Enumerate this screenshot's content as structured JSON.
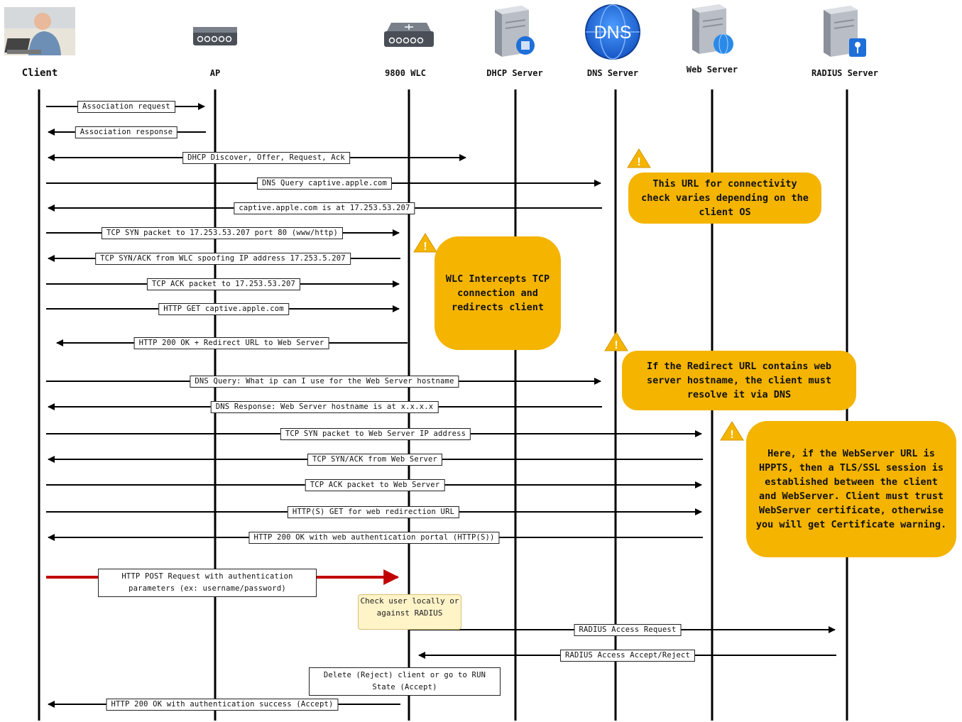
{
  "participants": [
    {
      "id": "client",
      "label": "Client",
      "icon": "user-laptop-icon"
    },
    {
      "id": "ap",
      "label": "AP",
      "icon": "access-point-icon"
    },
    {
      "id": "wlc",
      "label": "9800 WLC",
      "icon": "wireless-controller-icon"
    },
    {
      "id": "dhcp",
      "label": "DHCP Server",
      "icon": "dhcp-server-icon"
    },
    {
      "id": "dns",
      "label": "DNS Server",
      "icon": "dns-icon"
    },
    {
      "id": "web",
      "label": "Web Server",
      "icon": "web-server-icon"
    },
    {
      "id": "radius",
      "label": "RADIUS Server",
      "icon": "radius-server-icon"
    }
  ],
  "dns_icon_text": "DNS",
  "messages": [
    "Association request",
    "Association response",
    "DHCP Discover, Offer, Request, Ack",
    "DNS Query captive.apple.com",
    "captive.apple.com is at 17.253.53.207",
    "TCP SYN packet to 17.253.53.207 port 80 (www/http)",
    "TCP SYN/ACK from WLC spoofing IP address 17.253.5.207",
    "TCP ACK packet to 17.253.53.207",
    "HTTP GET captive.apple.com",
    "HTTP 200 OK + Redirect URL to Web Server",
    "DNS Query: What ip can I use for the Web Server hostname",
    "DNS Response: Web Server hostname is at x.x.x.x",
    "TCP SYN packet to Web Server IP address",
    "TCP SYN/ACK from Web Server",
    "TCP ACK packet to Web Server",
    "HTTP(S) GET for web redirection URL",
    "HTTP 200 OK with web authentication portal (HTTP(S))",
    "HTTP POST Request with authentication parameters (ex: username/password)",
    "RADIUS Access Request",
    "RADIUS Access Accept/Reject",
    "HTTP 200 OK with authentication success (Accept)"
  ],
  "check_box": "Check user locally or against RADIUS",
  "delete_box": "Delete (Reject) client or go to RUN State (Accept)",
  "notes": [
    "This URL for connectivity check varies depending on the client OS",
    "WLC Intercepts TCP connection and redirects client",
    "If the Redirect URL contains web server hostname, the client must resolve it via DNS",
    "Here, if the WebServer URL is HPPTS, then a TLS/SSL session is established between the client and WebServer. Client must trust WebServer certificate, otherwise you will get Certificate warning."
  ],
  "colors": {
    "note": "#f4b400",
    "post_arrow": "#c00000",
    "warning": "#f4b400",
    "dns_icon": "#1e6fd9"
  }
}
